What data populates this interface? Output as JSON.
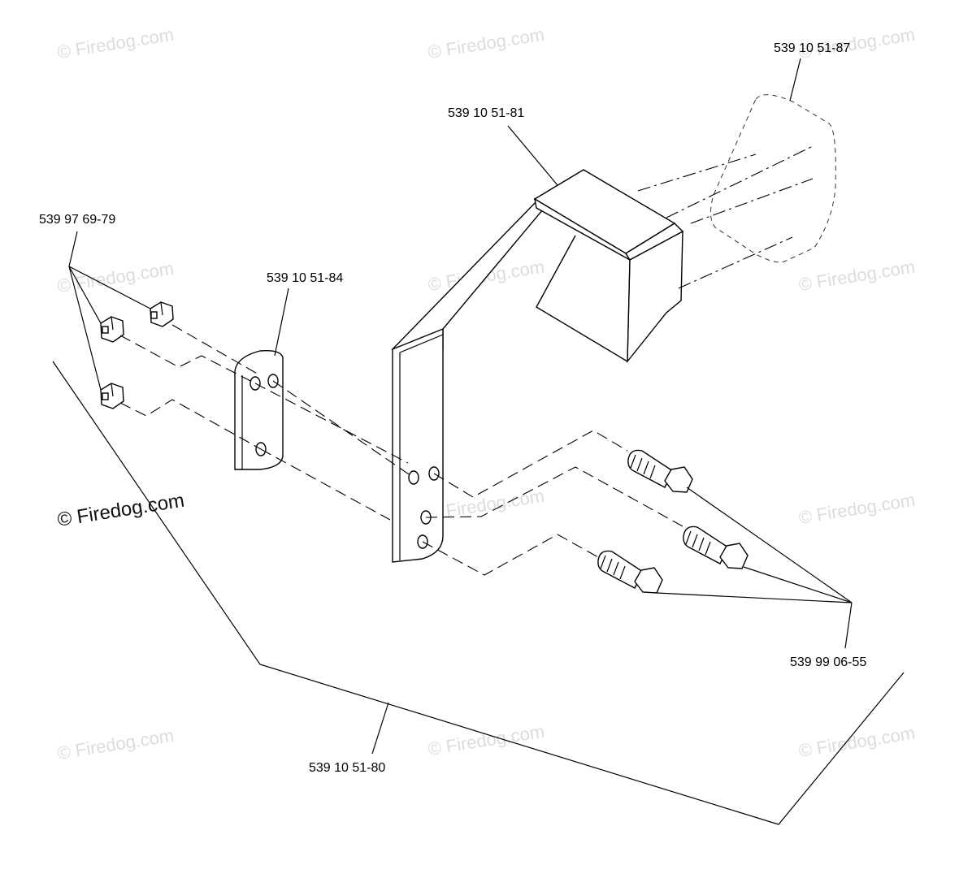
{
  "watermarks": [
    "© Firedog.com",
    "© Firedog.com",
    "© Firedog.com",
    "© Firedog.com",
    "© Firedog.com",
    "© Firedog.com",
    "© Firedog.com",
    "© Firedog.com",
    "© Firedog.com",
    "© Firedog.com",
    "© Firedog.com",
    "© Firedog.com"
  ],
  "labels": {
    "part_87": "539 10 51-87",
    "part_81": "539 10 51-81",
    "part_79": "539 97 69-79",
    "part_84": "539 10 51-84",
    "part_55": "539 99 06-55",
    "part_80": "539 10 51-80"
  }
}
